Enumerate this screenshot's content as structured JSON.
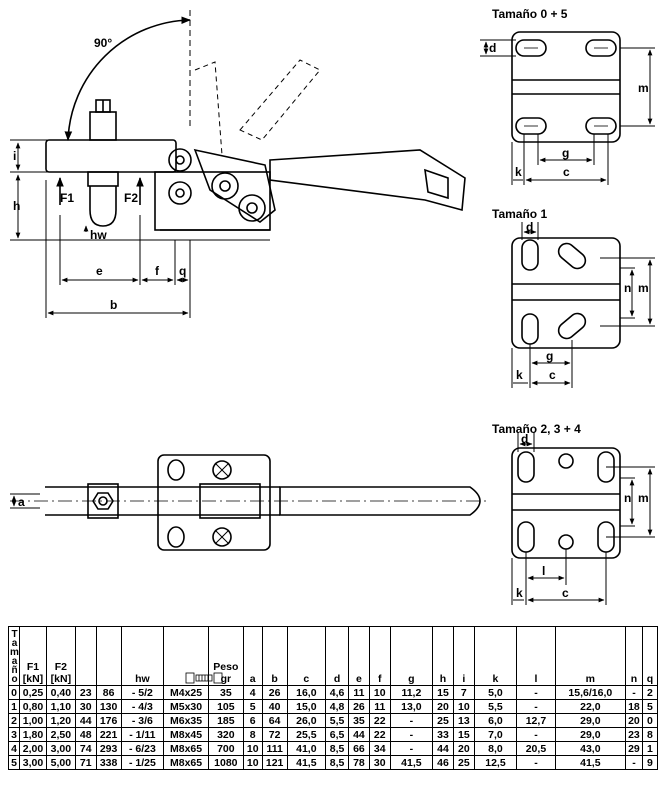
{
  "angle_label": "90°",
  "main_view": {
    "labels": {
      "i": "i",
      "h": "h",
      "F1": "F1",
      "F2": "F2",
      "hw": "hw",
      "e": "e",
      "f": "f",
      "q": "q",
      "b": "b"
    }
  },
  "top_view": {
    "labels": {
      "a": "a"
    }
  },
  "size_views": [
    {
      "title": "Tamaño 0 + 5",
      "labels": {
        "d": "d",
        "m": "m",
        "g": "g",
        "k": "k",
        "c": "c"
      }
    },
    {
      "title": "Tamaño 1",
      "labels": {
        "d": "d",
        "n": "n",
        "m": "m",
        "g": "g",
        "k": "k",
        "c": "c"
      }
    },
    {
      "title": "Tamaño 2, 3 + 4",
      "labels": {
        "d": "d",
        "n": "n",
        "m": "m",
        "l": "l",
        "k": "k",
        "c": "c"
      }
    }
  ],
  "table": {
    "size_header": "Tamaño",
    "headers": [
      "F1 [kN]",
      "F2 [kN]",
      "",
      "",
      "hw",
      "",
      "Peso gr",
      "a",
      "b",
      "c",
      "d",
      "e",
      "f",
      "g",
      "h",
      "i",
      "k",
      "l",
      "m",
      "n",
      "q"
    ],
    "rows": [
      [
        "0",
        "0,25",
        "0,40",
        "23",
        "86",
        "- 5/2",
        "M4x25",
        "35",
        "4",
        "26",
        "16,0",
        "4,6",
        "11",
        "10",
        "11,2",
        "15",
        "7",
        "5,0",
        "-",
        "15,6/16,0",
        "-",
        "2"
      ],
      [
        "1",
        "0,80",
        "1,10",
        "30",
        "130",
        "- 4/3",
        "M5x30",
        "105",
        "5",
        "40",
        "15,0",
        "4,8",
        "26",
        "11",
        "13,0",
        "20",
        "10",
        "5,5",
        "-",
        "22,0",
        "18",
        "5"
      ],
      [
        "2",
        "1,00",
        "1,20",
        "44",
        "176",
        "- 3/6",
        "M6x35",
        "185",
        "6",
        "64",
        "26,0",
        "5,5",
        "35",
        "22",
        "-",
        "25",
        "13",
        "6,0",
        "12,7",
        "29,0",
        "20",
        "0"
      ],
      [
        "3",
        "1,80",
        "2,50",
        "48",
        "221",
        "- 1/11",
        "M8x45",
        "320",
        "8",
        "72",
        "25,5",
        "6,5",
        "44",
        "22",
        "-",
        "33",
        "15",
        "7,0",
        "-",
        "29,0",
        "23",
        "8"
      ],
      [
        "4",
        "2,00",
        "3,00",
        "74",
        "293",
        "- 6/23",
        "M8x65",
        "700",
        "10",
        "111",
        "41,0",
        "8,5",
        "66",
        "34",
        "-",
        "44",
        "20",
        "8,0",
        "20,5",
        "43,0",
        "29",
        "1"
      ],
      [
        "5",
        "3,00",
        "5,00",
        "71",
        "338",
        "- 1/25",
        "M8x65",
        "1080",
        "10",
        "121",
        "41,5",
        "8,5",
        "78",
        "30",
        "41,5",
        "46",
        "25",
        "12,5",
        "-",
        "41,5",
        "-",
        "9"
      ]
    ]
  }
}
